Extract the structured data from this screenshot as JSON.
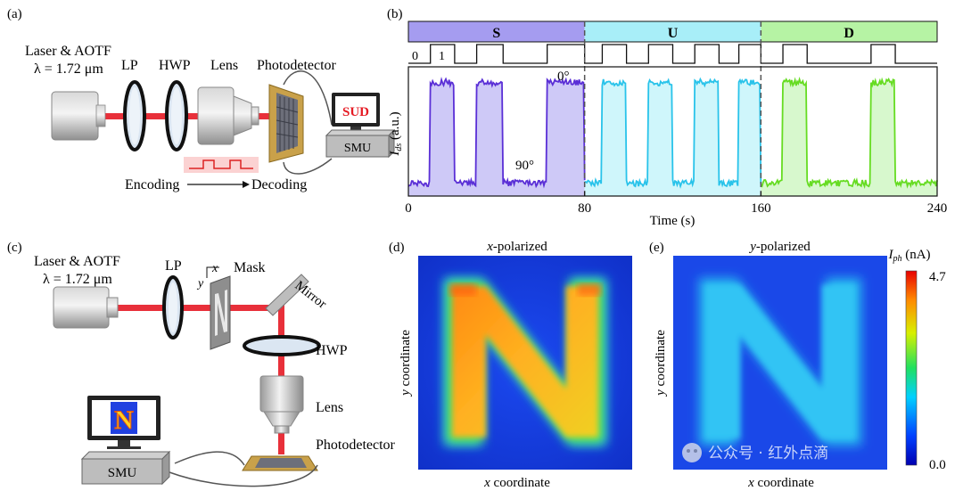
{
  "panel_a": {
    "label": "(a)",
    "laser_line1": "Laser & AOTF",
    "laser_line2": "λ = 1.72 μm",
    "lp": "LP",
    "hwp": "HWP",
    "lens": "Lens",
    "photodetector": "Photodetector",
    "screen_text": "SUD",
    "smu": "SMU",
    "encoding": "Encoding",
    "decoding": "Decoding"
  },
  "panel_b": {
    "label": "(b)",
    "segments": [
      "S",
      "U",
      "D"
    ],
    "bit0": "0",
    "bit1": "1",
    "angle_0": "0°",
    "angle_90": "90°",
    "ylabel_main": "I",
    "ylabel_sub": "ds",
    "ylabel_unit": " (a.u.)"
  },
  "panel_c": {
    "label": "(c)",
    "laser_line1": "Laser & AOTF",
    "laser_line2": "λ = 1.72 μm",
    "lp": "LP",
    "axis_x": "x",
    "axis_y": "y",
    "mask": "Mask",
    "mirror": "Mirror",
    "hwp": "HWP",
    "lens": "Lens",
    "photodetector": "Photodetector",
    "smu": "SMU",
    "screen_letter": "N"
  },
  "panel_d": {
    "label": "(d)",
    "title_var": "x",
    "title_rest": "-polarized",
    "xlabel_var": "x",
    "xlabel_rest": " coordinate",
    "ylabel_var": "y",
    "ylabel_rest": " coordinate"
  },
  "panel_e": {
    "label": "(e)",
    "title_var": "y",
    "title_rest": "-polarized",
    "xlabel_var": "x",
    "xlabel_rest": " coordinate",
    "ylabel_var": "y",
    "ylabel_rest": " coordinate"
  },
  "colorbar": {
    "label_main": "I",
    "label_sub": "ph",
    "label_unit": " (nA)",
    "max": "4.7",
    "min": "0.0"
  },
  "watermark": "公众号 · 红外点滴",
  "chart_data": {
    "type": "line",
    "xlabel": "Time (s)",
    "ylabel": "Ids (a.u.)",
    "xlim": [
      0,
      240
    ],
    "ylim": [
      0,
      1
    ],
    "xticks": [
      0,
      80,
      160,
      240
    ],
    "segments": [
      {
        "name": "S",
        "start": 0,
        "end": 80,
        "color": "#a59cf0",
        "line": "#5a2fd6"
      },
      {
        "name": "U",
        "start": 80,
        "end": 160,
        "color": "#a8eef8",
        "line": "#29c3ea"
      },
      {
        "name": "D",
        "start": 160,
        "end": 240,
        "color": "#b6f3a4",
        "line": "#66dc22"
      }
    ],
    "on_intervals": [
      [
        10,
        21
      ],
      [
        31,
        43
      ],
      [
        63,
        80
      ],
      [
        88,
        99
      ],
      [
        109,
        120
      ],
      [
        130,
        141
      ],
      [
        150,
        160
      ],
      [
        170,
        181
      ],
      [
        210,
        221
      ]
    ],
    "high": 0.88,
    "low": 0.1
  }
}
